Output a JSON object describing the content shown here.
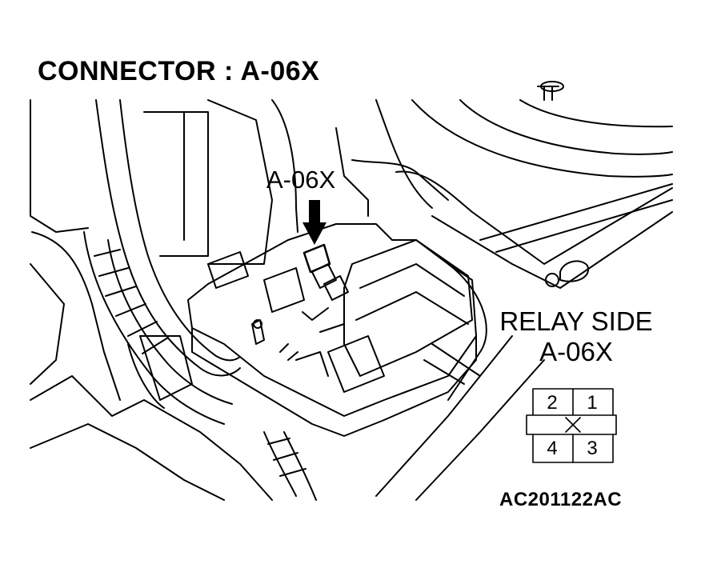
{
  "title": "CONNECTOR : A-06X",
  "callout_label": "A-06X",
  "relay_side": {
    "line1": "RELAY SIDE",
    "line2": "A-06X",
    "pins": [
      "2",
      "1",
      "4",
      "3"
    ]
  },
  "figure_code": "AC201122AC"
}
